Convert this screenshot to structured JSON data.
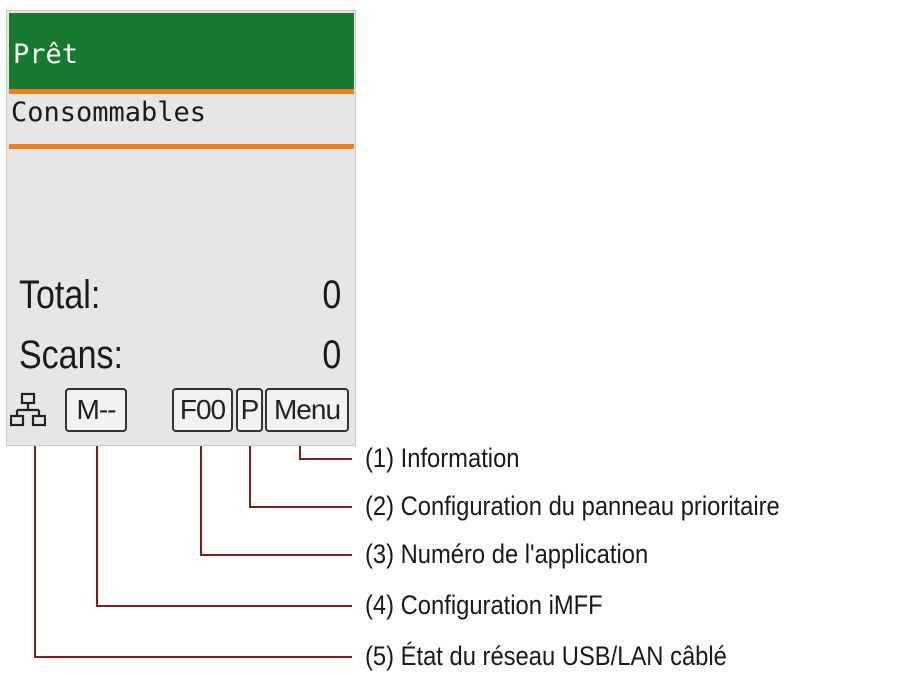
{
  "screen": {
    "status": "Prêt",
    "menu_item": "Consommables",
    "total_label": "Total:",
    "total_value": "0",
    "scans_label": "Scans:",
    "scans_value": "0"
  },
  "icons": {
    "network_icon": "network-icon",
    "imff": "M--",
    "app_number": "F00",
    "priority": "P",
    "menu": "Menu"
  },
  "callouts": [
    "(1) Information",
    "(2) Configuration du panneau prioritaire",
    "(3) Numéro de l'application",
    "(4) Configuration iMFF",
    "(5) État du réseau USB/LAN câblé"
  ],
  "colors": {
    "status_bar": "#177a2e",
    "separator": "#f07b21",
    "screen_bg": "#e6e6e6",
    "leader_line": "#8a1a1a"
  }
}
